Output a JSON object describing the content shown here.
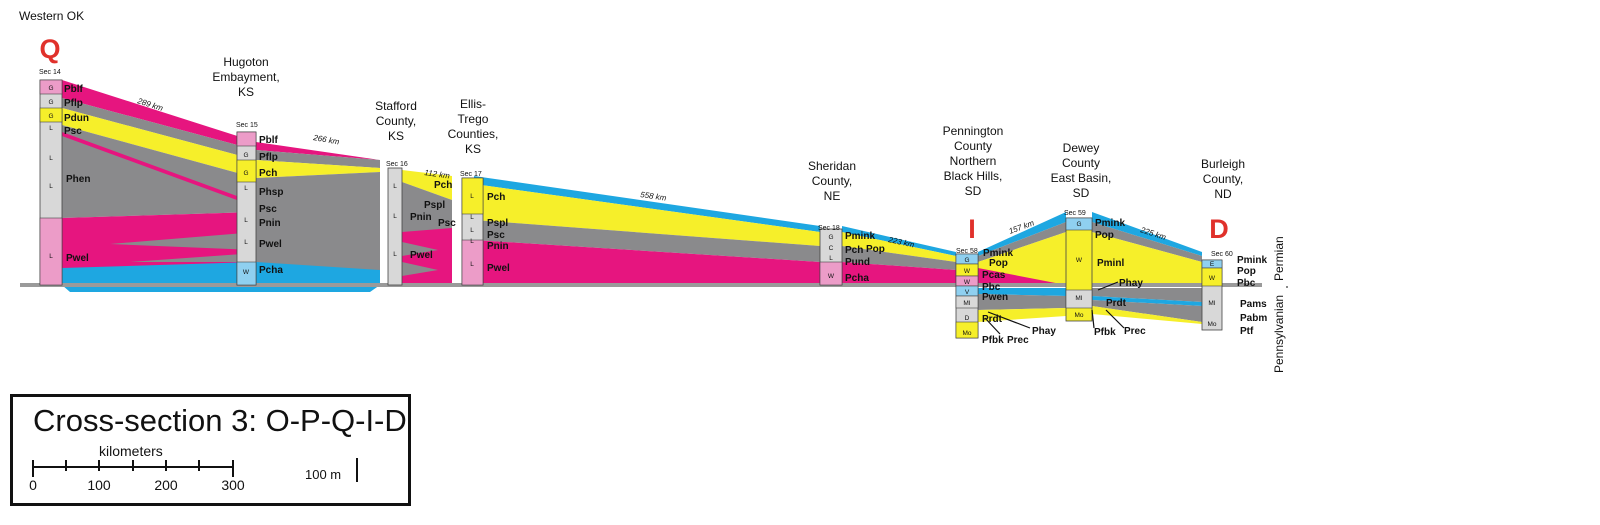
{
  "region_label": "Western OK",
  "title": "Cross-section 3: O-P-Q-I-D",
  "scale": {
    "caption": "kilometers",
    "ticks": [
      "0",
      "100",
      "200",
      "300"
    ],
    "vertical_label": "100 m"
  },
  "system_labels": {
    "permian": "Permian",
    "pennsylvanian": "Pennsylvanian"
  },
  "colors": {
    "magenta": "#e6157f",
    "yellow": "#f6ef2a",
    "gray": "#8a8a8c",
    "blue": "#1ea7e1",
    "red": "#e0312b"
  },
  "points": {
    "q": "Q",
    "i": "I",
    "d": "D"
  },
  "sections": {
    "s14": {
      "name": "Sec 14",
      "units": [
        "Pblf",
        "Pflp",
        "Pdun",
        "Psc",
        "Phen",
        "Pwel"
      ],
      "lith": [
        "G",
        "G",
        "G",
        "L",
        "L",
        "L",
        "L"
      ]
    },
    "s15": {
      "name": "Sec 15",
      "location": [
        "Hugoton",
        "Embayment,",
        "KS"
      ],
      "units": [
        "Pblf",
        "Pflp",
        "Pch",
        "Phsp",
        "Psc",
        "Pnin",
        "Pwel",
        "Pcha"
      ],
      "lith": [
        "G",
        "G",
        "L",
        "L",
        "L",
        "W"
      ]
    },
    "s16": {
      "name": "Sec 16",
      "location": [
        "Stafford",
        "County,",
        "KS"
      ],
      "units": [
        "Pnin",
        "Pspl",
        "Psc",
        "Pwel"
      ],
      "lith": [
        "L",
        "L",
        "L"
      ]
    },
    "s17": {
      "name": "Sec 17",
      "location": [
        "Ellis-",
        "Trego",
        "Counties,",
        "KS"
      ],
      "units": [
        "Pch",
        "Pch",
        "Pspl",
        "Psc",
        "Pnin",
        "Pwel"
      ],
      "lith": [
        "L",
        "L",
        "L",
        "L",
        "L"
      ]
    },
    "s18": {
      "name": "Sec 18",
      "location": [
        "Sheridan",
        "County,",
        "NE"
      ],
      "units": [
        "Pmink",
        "Pch",
        "Pop",
        "Pund",
        "Pcha"
      ],
      "lith": [
        "G",
        "C",
        "L",
        "W"
      ]
    },
    "s58": {
      "name": "Sec 58",
      "location": [
        "Pennington",
        "County",
        "Northern",
        "Black Hills,",
        "SD"
      ],
      "units": [
        "Pmink",
        "Pop",
        "Pcas",
        "Pbc",
        "Pwen",
        "Prdt",
        "Pfbk",
        "Prec",
        "Phay"
      ],
      "lith": [
        "G",
        "W",
        "W",
        "V",
        "MI",
        "D",
        "Mo"
      ]
    },
    "s59": {
      "name": "Sec 59",
      "location": [
        "Dewey",
        "County",
        "East Basin,",
        "SD"
      ],
      "units": [
        "Pmink",
        "Pop",
        "Pminl",
        "Phay",
        "Prdt",
        "Pfbk",
        "Prec"
      ],
      "lith": [
        "G",
        "W",
        "MI",
        "Mo"
      ]
    },
    "s60": {
      "name": "Sec 60",
      "location": [
        "Burleigh",
        "County,",
        "ND"
      ],
      "units": [
        "Pmink",
        "Pop",
        "Pbc",
        "Pams",
        "Pabm",
        "Ptf"
      ],
      "lith": [
        "E",
        "W",
        "MI",
        "Mo"
      ]
    }
  },
  "distances": [
    "289 km",
    "266 km",
    "112 km",
    "558 km",
    "223 km",
    "157 km",
    "225 km"
  ]
}
